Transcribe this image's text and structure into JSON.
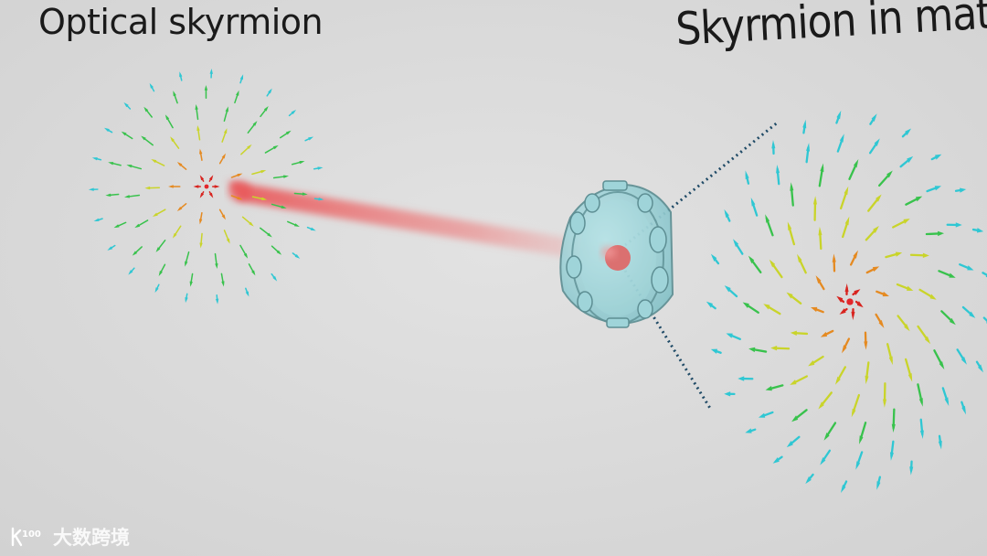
{
  "labels": {
    "optical": "Optical skyrmion",
    "matter": "Skyrmion in matter"
  },
  "watermark": {
    "text": "大数跨境",
    "logo_icon": "k100-logo-icon"
  },
  "colors": {
    "background": "#dcdcdc",
    "beam": "#e8595b",
    "cell_fill": "#9fd4d9",
    "cell_stroke": "#5d8e93",
    "dotted_line": "#1f4a66",
    "core_red": "#e3262b"
  },
  "colormap": [
    "#2b19b8",
    "#2fc7d3",
    "#38c24c",
    "#c9d42a",
    "#e58a21",
    "#d8241f"
  ]
}
